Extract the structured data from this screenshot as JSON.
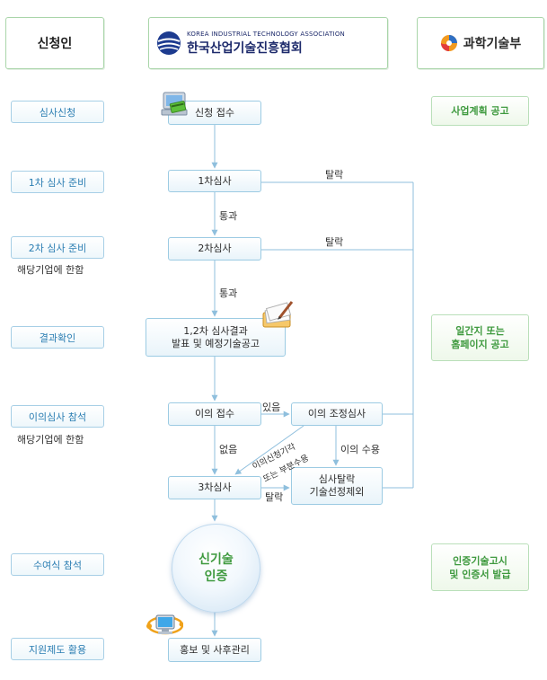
{
  "header": {
    "applicant": "신청인",
    "kitech_en": "KOREA INDUSTRIAL TECHNOLOGY ASSOCIATION",
    "kitech_ko": "한국산업기술진흥협회",
    "ministry": "과학기술부"
  },
  "stages": [
    {
      "label": "심사신청",
      "note": ""
    },
    {
      "label": "1차 심사 준비",
      "note": ""
    },
    {
      "label": "2차 심사 준비",
      "note": "해당기업에 한함"
    },
    {
      "label": "결과확인",
      "note": ""
    },
    {
      "label": "이의심사 참석",
      "note": "해당기업에 한함"
    },
    {
      "label": "수여식 참석",
      "note": ""
    },
    {
      "label": "지원제도 활용",
      "note": ""
    }
  ],
  "process": {
    "receive": "신청 접수",
    "first_review": "1차심사",
    "second_review": "2차심사",
    "results_line1": "1,2차 심사결과",
    "results_line2": "발표 및 예정기술공고",
    "objection_receipt": "이의 접수",
    "objection_review": "이의 조정심사",
    "third_review": "3차심사",
    "dropout_line1": "심사탈락",
    "dropout_line2": "기술선정제외",
    "certification_line1": "신기술",
    "certification_line2": "인증",
    "promotion": "홍보 및 사후관리"
  },
  "flow_labels": {
    "drop_1": "탈락",
    "drop_2": "탈락",
    "drop_3": "탈락",
    "pass_1": "통과",
    "pass_2": "통과",
    "exists": "있음",
    "none": "없음",
    "accept": "이의 수용",
    "diag_line1": "이의신청기각",
    "diag_line2": "또는 부분수용"
  },
  "notices": {
    "business_plan": "사업계획 공고",
    "gazette_line1": "일간지 또는",
    "gazette_line2": "홈페이지 공고",
    "cert_line1": "인증기술고시",
    "cert_line2": "및 인증서 발급"
  },
  "colors": {
    "stage_text": "#2a7db2",
    "notice_text": "#3f9a3f",
    "connector": "#8fbfdd",
    "header_border": "#a9d5a9"
  },
  "icons": [
    "computer-card-icon",
    "documents-pen-icon",
    "monitor-network-icon",
    "kitech-globe-logo-icon",
    "msit-logo-icon"
  ]
}
